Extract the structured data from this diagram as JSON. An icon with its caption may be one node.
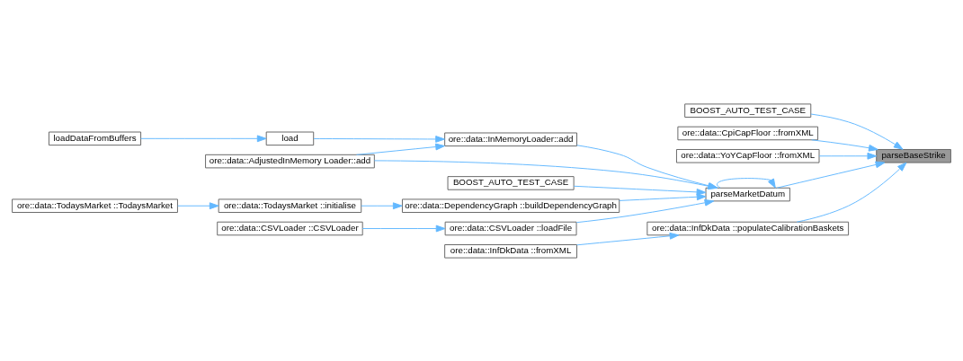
{
  "diagram": {
    "nodes": [
      {
        "text": [
          "BOOST_AUTO_TEST_CASE"
        ]
      },
      {
        "text": [
          "ore::data::CpiCapFloor ::fromXML"
        ]
      },
      {
        "text": [
          "ore::data::YoYCapFloor ::fromXML"
        ]
      },
      {
        "text": [
          "parseBaseStrike"
        ]
      },
      {
        "text": [
          "ore::data::AdjustedInMemory Loader::add"
        ]
      },
      {
        "text": [
          "loadDataFromBuffers"
        ]
      },
      {
        "text": [
          "load"
        ]
      },
      {
        "text": [
          "ore::data::InMemoryLoader::add"
        ]
      },
      {
        "text": [
          "BOOST_AUTO_TEST_CASE"
        ]
      },
      {
        "text": [
          "parseMarketDatum"
        ]
      },
      {
        "text": [
          "ore::data::TodaysMarket ::TodaysMarket"
        ]
      },
      {
        "text": [
          "ore::data::TodaysMarket ::initialise"
        ]
      },
      {
        "text": [
          "ore::data::DependencyGraph ::buildDependencyGraph"
        ]
      },
      {
        "text": [
          "ore::data::CSVLoader ::CSVLoader"
        ]
      },
      {
        "text": [
          "ore::data::CSVLoader ::loadFile"
        ]
      },
      {
        "text": [
          "ore::data::InfDkData ::populateCalibrationBaskets"
        ]
      },
      {
        "text": [
          "ore::data::InfDkData ::fromXML"
        ]
      }
    ],
    "edges": [
      {
        "from": 0,
        "to": 3,
        "arrow": "to"
      },
      {
        "from": 1,
        "to": 3,
        "arrow": "to"
      },
      {
        "from": 2,
        "to": 3,
        "arrow": "to"
      },
      {
        "from": 9,
        "to": 3,
        "arrow": "to"
      },
      {
        "from": 15,
        "to": 3,
        "arrow": "to"
      },
      {
        "from": 4,
        "to": 9,
        "arrow": "to"
      },
      {
        "from": 4,
        "to": 7,
        "arrow": "to"
      },
      {
        "from": 5,
        "to": 6,
        "arrow": "to"
      },
      {
        "from": 6,
        "to": 7,
        "arrow": "to"
      },
      {
        "from": 7,
        "to": 9,
        "arrow": "to"
      },
      {
        "from": 8,
        "to": 9,
        "arrow": "to"
      },
      {
        "from": 9,
        "to": 9,
        "arrow": "to"
      },
      {
        "from": 12,
        "to": 9,
        "arrow": "to"
      },
      {
        "from": 14,
        "to": 9,
        "arrow": "to"
      },
      {
        "from": 10,
        "to": 11,
        "arrow": "to"
      },
      {
        "from": 11,
        "to": 12,
        "arrow": "to"
      },
      {
        "from": 13,
        "to": 14,
        "arrow": "to"
      },
      {
        "from": 16,
        "to": 15,
        "arrow": "to"
      }
    ]
  }
}
